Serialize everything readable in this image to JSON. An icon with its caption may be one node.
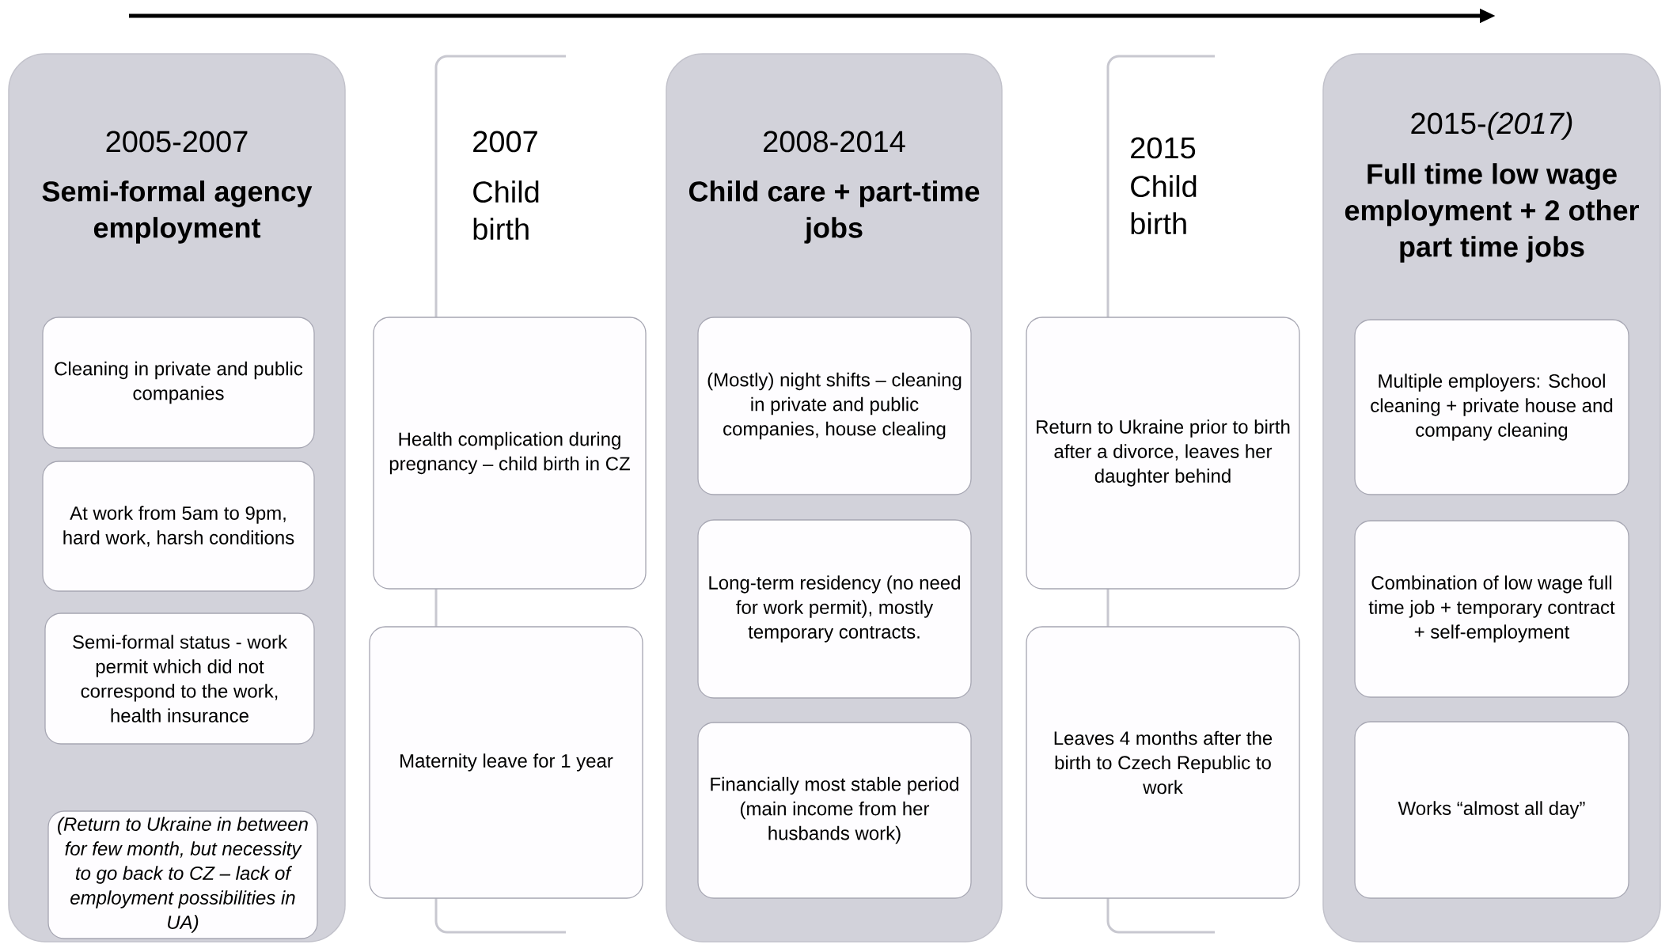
{
  "diagram": {
    "nodes": [
      {
        "text": [
          "2005-2007",
          "Semi-formal agency employment"
        ]
      },
      {
        "text": [
          "Cleaning in private and public companies"
        ],
        "in": 0
      },
      {
        "text": [
          "At work from 5am to 9pm, hard work, harsh conditions"
        ],
        "in": 0
      },
      {
        "text": [
          "Semi-formal status - work permit which did not correspond to the work, health insurance"
        ],
        "in": 0
      },
      {
        "text": [
          "(Return to Ukraine in between for few month, but necessity to go back to CZ – lack of employment possibilities in UA)"
        ],
        "in": 0
      },
      {
        "text": [
          "2007",
          "Child birth"
        ]
      },
      {
        "text": [
          "Health complication during pregnancy – child birth in CZ"
        ]
      },
      {
        "text": [
          "Maternity leave for 1 year"
        ]
      },
      {
        "text": [
          "2008-2014",
          "Child care + part-time jobs"
        ]
      },
      {
        "text": [
          "(Mostly) night shifts – cleaning in private and public companies, house clealing"
        ],
        "in": 8
      },
      {
        "text": [
          "Long-term residency (no need for work permit), mostly temporary contracts."
        ],
        "in": 8
      },
      {
        "text": [
          "Financially most stable period (main income from her husbands work)"
        ],
        "in": 8
      },
      {
        "text": [
          "2015",
          "Child birth"
        ]
      },
      {
        "text": [
          "Return to Ukraine prior to birth after a divorce, leaves her daughter behind"
        ]
      },
      {
        "text": [
          "Leaves 4 months after the birth to Czech Republic to work"
        ]
      },
      {
        "text": [
          "2015-*(2017)*",
          "Full time low wage employment + 2 other part time jobs"
        ]
      },
      {
        "text": [
          "Multiple employers: School cleaning + private house and company cleaning"
        ],
        "in": 15
      },
      {
        "text": [
          "Combination of low wage full time job + temporary contract + self-employment"
        ],
        "in": 15
      },
      {
        "text": [
          "Works “almost all day”"
        ],
        "in": 15
      }
    ]
  }
}
